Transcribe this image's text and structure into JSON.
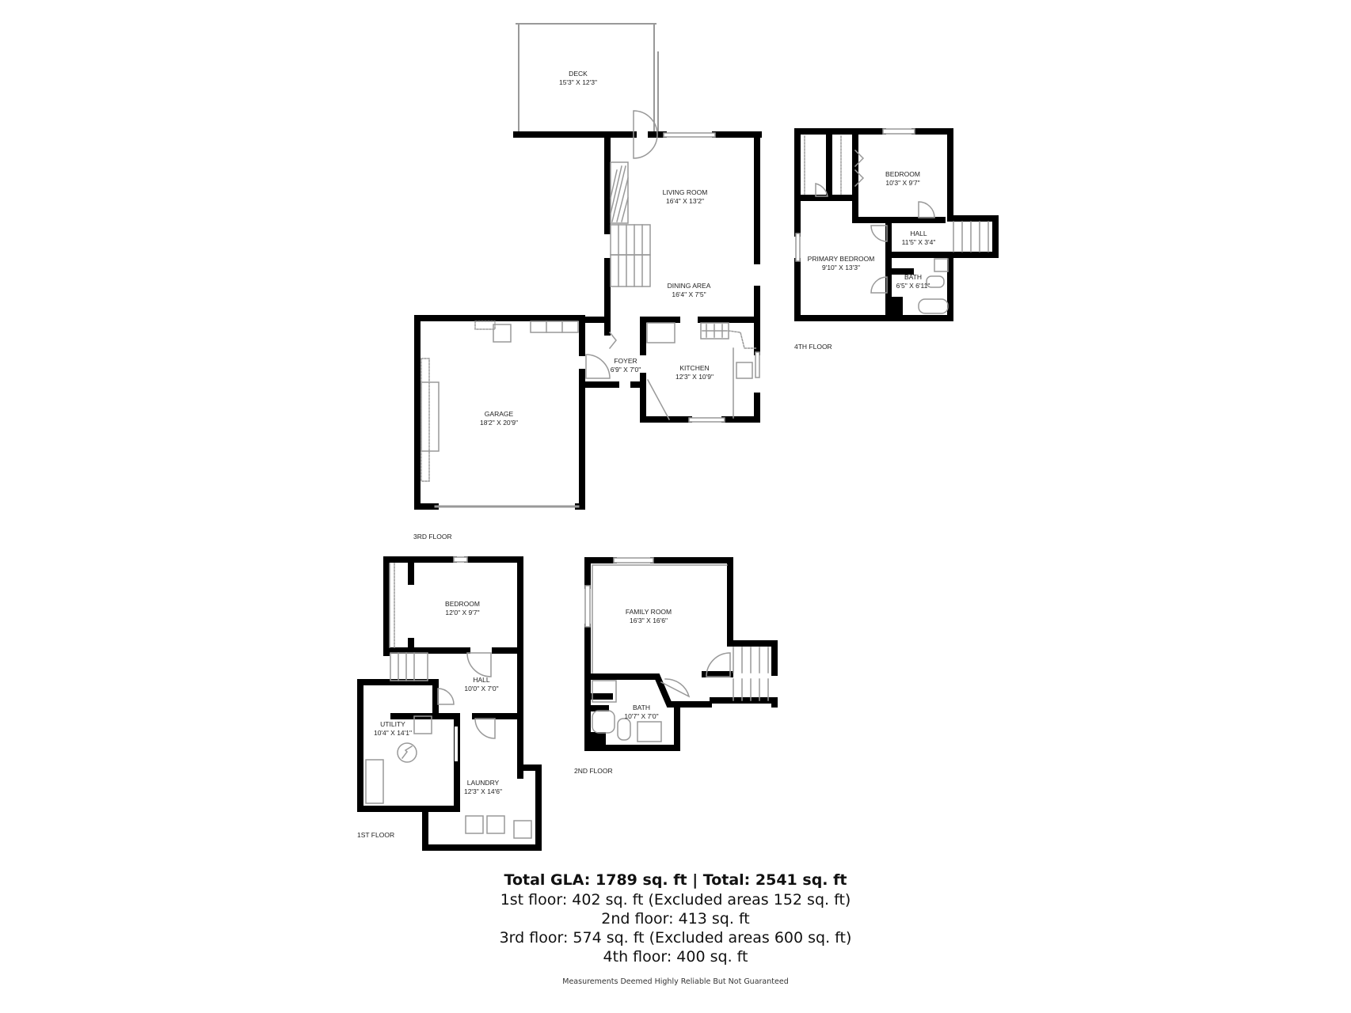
{
  "rooms": {
    "deck": {
      "name": "DECK",
      "dims": "15'3\" X 12'3\""
    },
    "living_room": {
      "name": "LIVING ROOM",
      "dims": "16'4\" X 13'2\""
    },
    "dining_area": {
      "name": "DINING AREA",
      "dims": "16'4\" X 7'5\""
    },
    "foyer": {
      "name": "FOYER",
      "dims": "6'9\" X 7'0\""
    },
    "kitchen": {
      "name": "KITCHEN",
      "dims": "12'3\" X 10'9\""
    },
    "garage": {
      "name": "GARAGE",
      "dims": "18'2\" X 20'9\""
    },
    "bedroom_4": {
      "name": "BEDROOM",
      "dims": "10'3\" X 9'7\""
    },
    "hall_4": {
      "name": "HALL",
      "dims": "11'5\" X 3'4\""
    },
    "primary_bedroom": {
      "name": "PRIMARY BEDROOM",
      "dims": "9'10\" X 13'3\""
    },
    "bath_4": {
      "name": "BATH",
      "dims": "6'5\" X 6'11\""
    },
    "bedroom_1": {
      "name": "BEDROOM",
      "dims": "12'0\" X 9'7\""
    },
    "hall_1": {
      "name": "HALL",
      "dims": "10'0\" X 7'0\""
    },
    "utility": {
      "name": "UTILITY",
      "dims": "10'4\" X 14'1\""
    },
    "laundry": {
      "name": "LAUNDRY",
      "dims": "12'3\" X 14'6\""
    },
    "family_room": {
      "name": "FAMILY ROOM",
      "dims": "16'3\" X 16'6\""
    },
    "bath_2": {
      "name": "BATH",
      "dims": "10'7\" X 7'0\""
    }
  },
  "floors": {
    "first": "1ST FLOOR",
    "second": "2ND FLOOR",
    "third": "3RD FLOOR",
    "fourth": "4TH FLOOR"
  },
  "summary": {
    "total": "Total GLA: 1789 sq. ft | Total: 2541 sq. ft",
    "lines": [
      "1st floor: 402 sq. ft (Excluded areas 152 sq. ft)",
      "2nd floor: 413 sq. ft",
      "3rd floor: 574 sq. ft (Excluded areas 600 sq. ft)",
      "4th floor: 400 sq. ft"
    ],
    "disclaimer": "Measurements Deemed Highly Reliable But Not Guaranteed"
  },
  "colors": {
    "wall": "#000000",
    "fixture": "#888888",
    "background": "#ffffff"
  }
}
